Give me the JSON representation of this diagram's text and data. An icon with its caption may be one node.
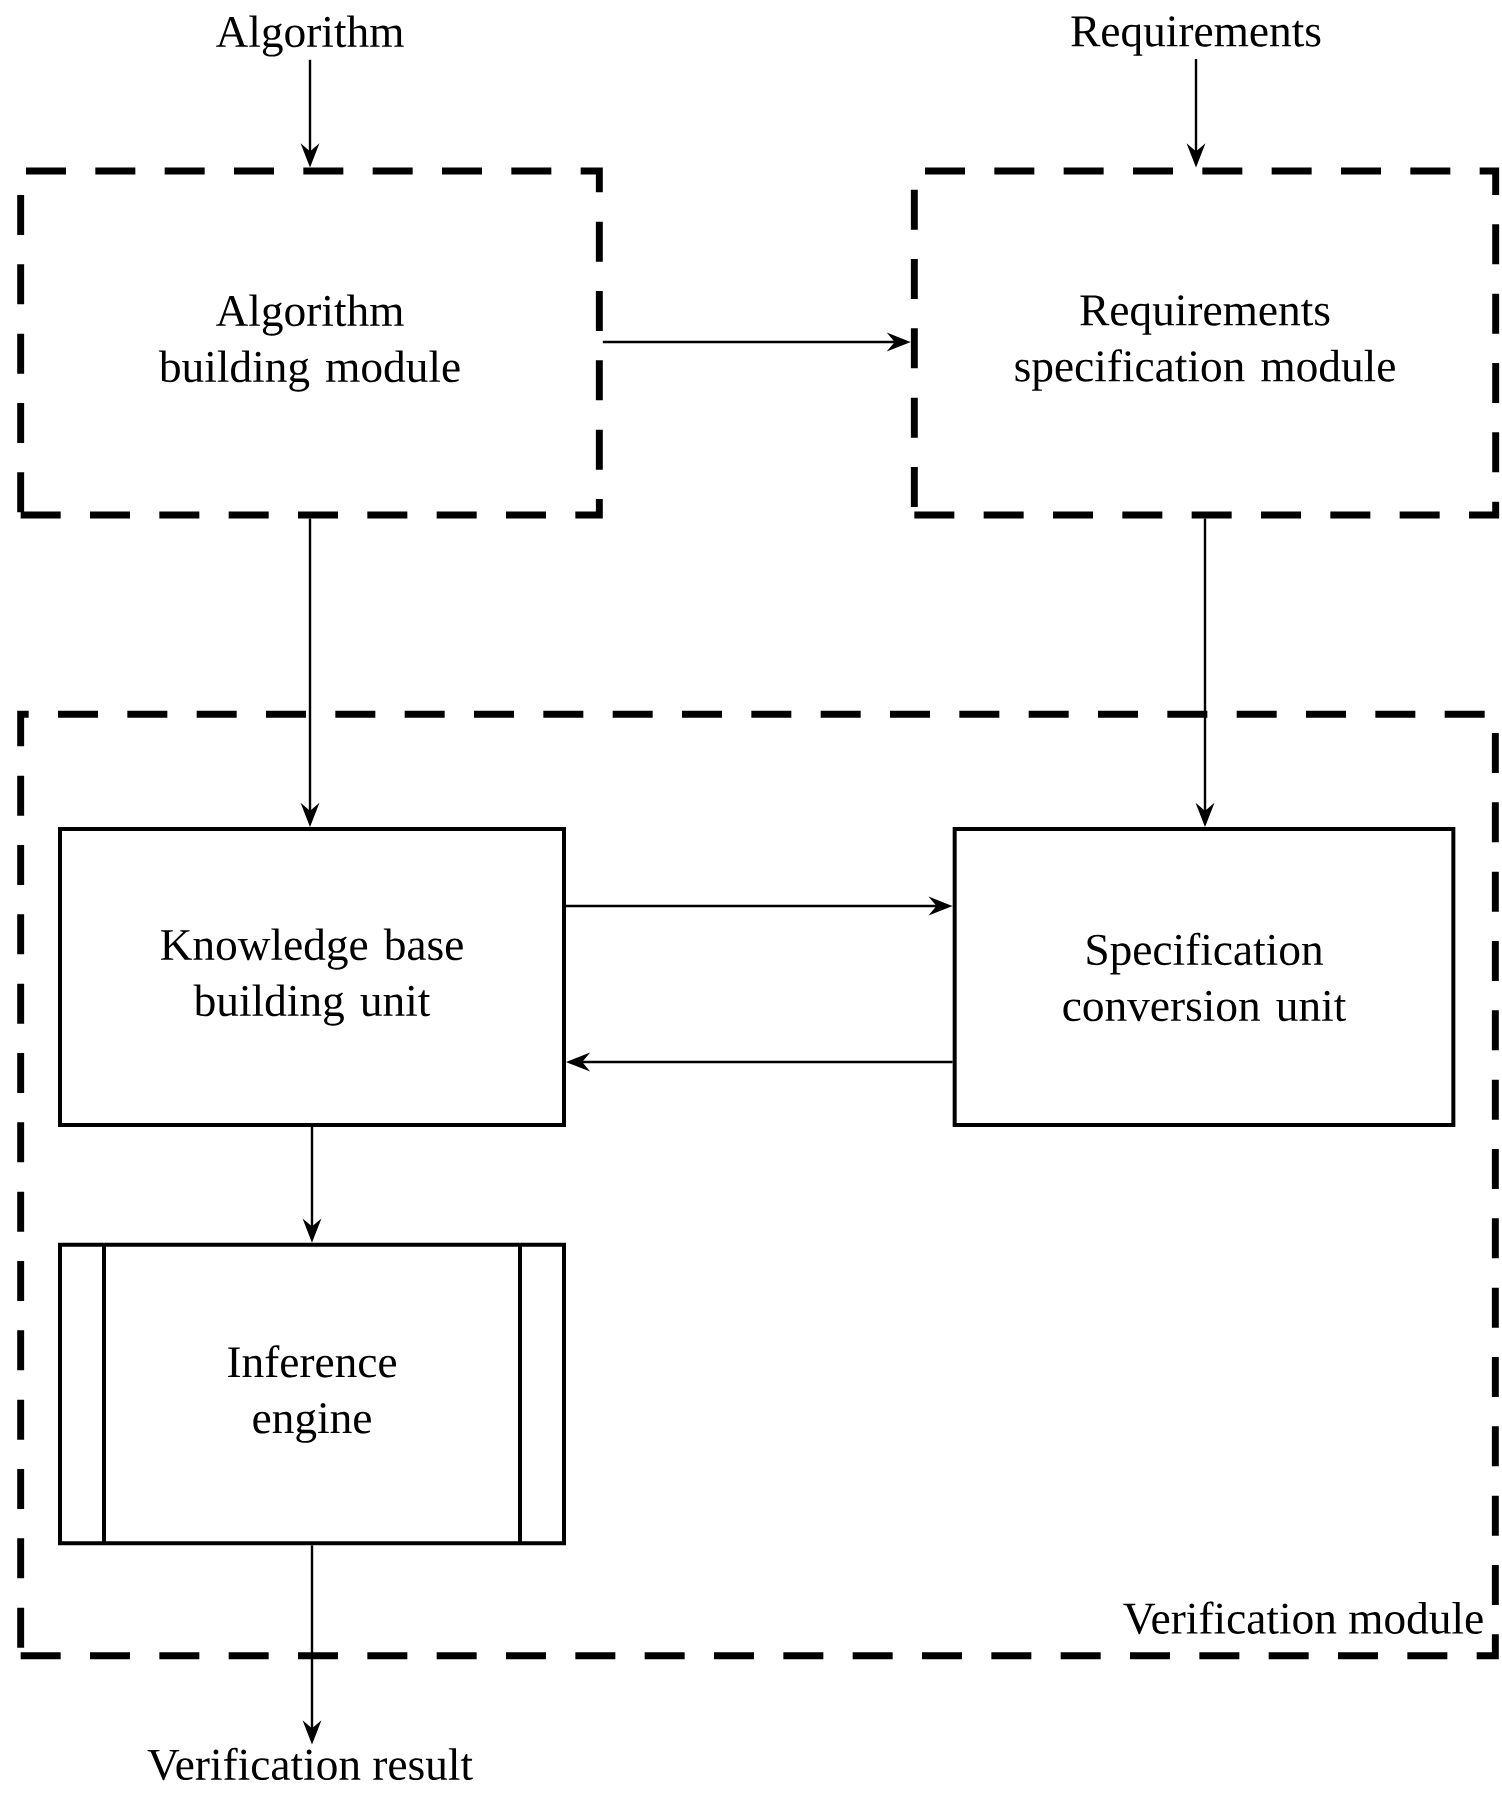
{
  "diagram": {
    "nodes": [
      {
        "text": [
          "Algorithm"
        ]
      },
      {
        "text": [
          "Requirements"
        ]
      },
      {
        "text": [
          "Algorithm building module"
        ]
      },
      {
        "text": [
          "Requirements specification module"
        ]
      },
      {
        "text": [
          "Verification module"
        ]
      },
      {
        "text": [
          "Knowledge base building unit"
        ],
        "in": 4
      },
      {
        "text": [
          "Specification conversion unit"
        ],
        "in": 4
      },
      {
        "text": [
          "Inference engine"
        ],
        "in": 4
      },
      {
        "text": [
          "Verification result"
        ]
      }
    ],
    "edges": [
      {
        "from": 0,
        "to": 2,
        "arrow": "to"
      },
      {
        "from": 1,
        "to": 3,
        "arrow": "to"
      },
      {
        "from": 2,
        "to": 3,
        "arrow": "to"
      },
      {
        "from": 2,
        "to": 5,
        "arrow": "to"
      },
      {
        "from": 3,
        "to": 6,
        "arrow": "to"
      },
      {
        "from": 5,
        "to": 6,
        "arrow": "to"
      },
      {
        "from": 6,
        "to": 5,
        "arrow": "to"
      },
      {
        "from": 5,
        "to": 7,
        "arrow": "to"
      },
      {
        "from": 7,
        "to": 8,
        "arrow": "to"
      }
    ]
  }
}
